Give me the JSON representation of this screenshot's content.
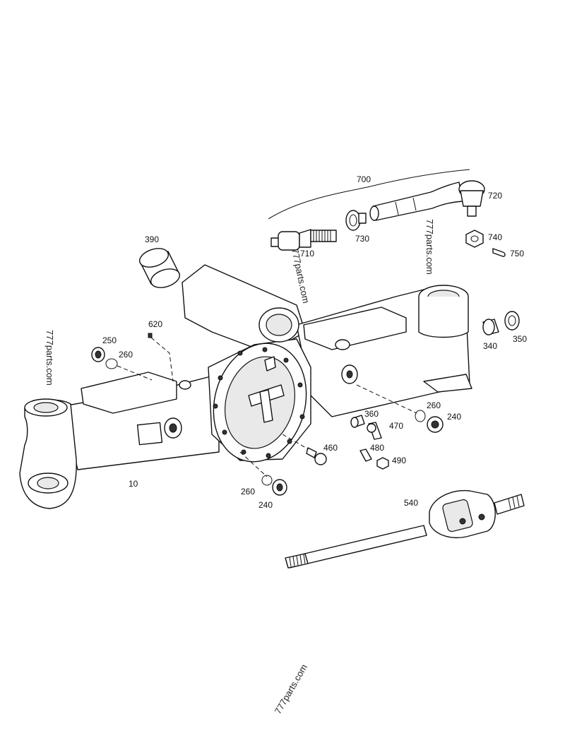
{
  "diagram": {
    "labels": {
      "l700": "700",
      "l720": "720",
      "l730": "730",
      "l740": "740",
      "l750": "750",
      "l710": "710",
      "l390": "390",
      "l620": "620",
      "l250": "250",
      "l260a": "260",
      "l340": "340",
      "l350": "350",
      "l260b": "260",
      "l240a": "240",
      "l360": "360",
      "l470": "470",
      "l460": "460",
      "l480": "480",
      "l490": "490",
      "l10": "10",
      "l260c": "260",
      "l240b": "240",
      "l540": "540"
    },
    "watermarks": {
      "wm_top": "777parts.com",
      "wm_center": "777parts.com",
      "wm_left": "777parts.com",
      "wm_bottom": "777parts.com"
    }
  }
}
